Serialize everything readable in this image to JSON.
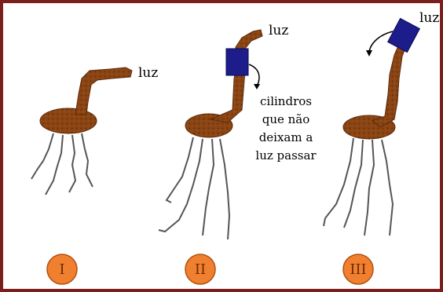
{
  "diagram": {
    "panels": [
      {
        "id": "I",
        "light_label": "luz"
      },
      {
        "id": "II",
        "light_label": "luz",
        "cylinder_caption_lines": [
          "cilindros",
          "que não",
          "deixam a",
          "luz passar"
        ]
      },
      {
        "id": "III",
        "light_label": "luz"
      }
    ],
    "numerals": [
      "I",
      "II",
      "III"
    ],
    "colors": {
      "frame": "#7a1e1e",
      "plant": "#8b4513",
      "plant_outline": "#5a2a0a",
      "cylinder": "#1c1c8a",
      "badge": "#f08030",
      "root": "#555555"
    }
  }
}
